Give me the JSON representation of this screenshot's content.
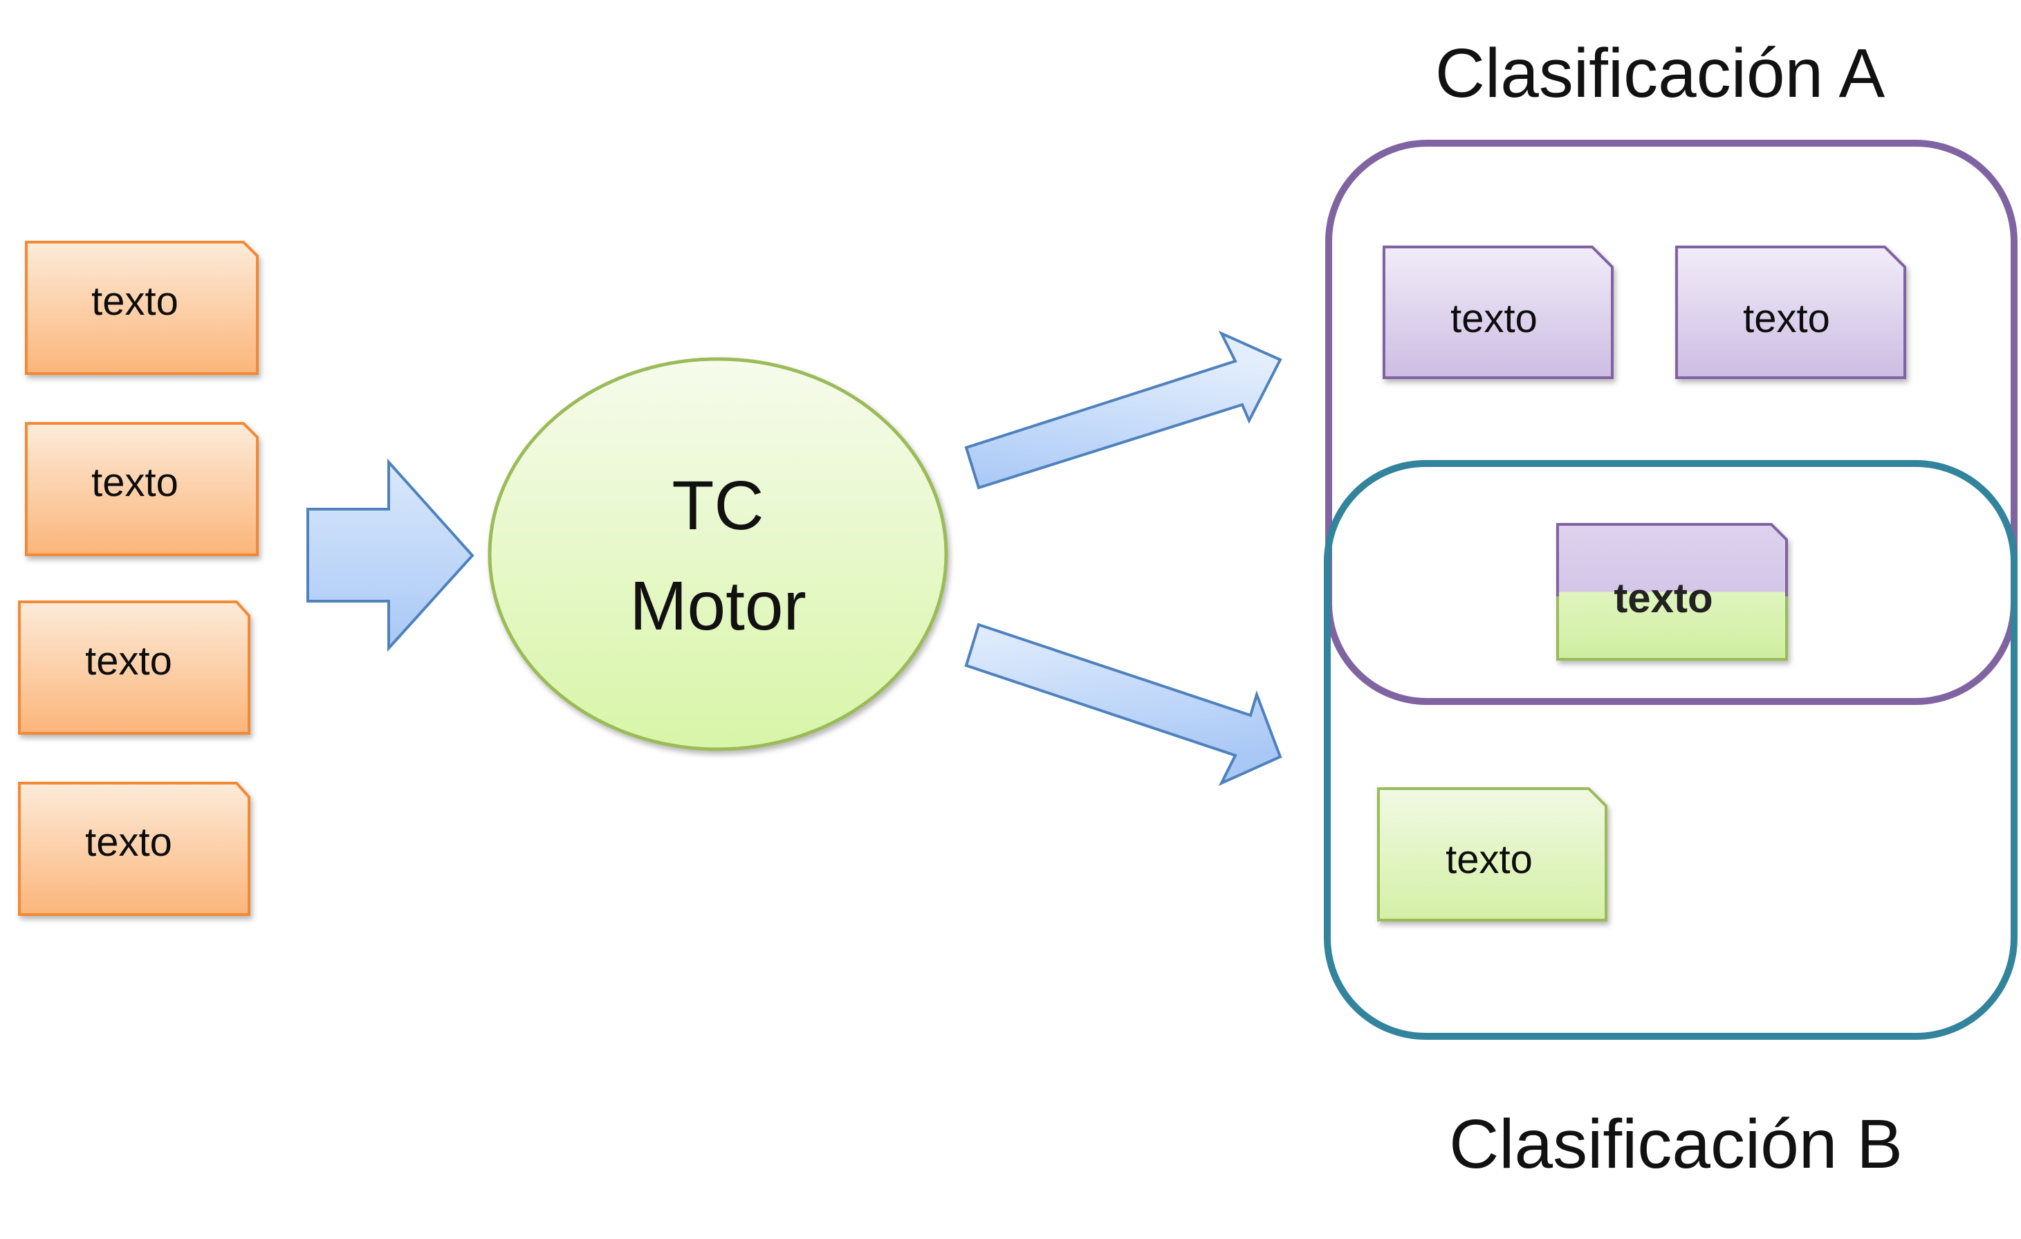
{
  "input_documents": [
    {
      "label": "texto"
    },
    {
      "label": "texto"
    },
    {
      "label": "texto"
    },
    {
      "label": "texto"
    }
  ],
  "engine": {
    "line1": "TC",
    "line2": "Motor"
  },
  "class_a": {
    "title": "Clasificación A",
    "documents": [
      {
        "label": "texto"
      },
      {
        "label": "texto"
      }
    ]
  },
  "shared_document": {
    "label": "texto"
  },
  "class_b": {
    "title": "Clasificación B",
    "documents": [
      {
        "label": "texto"
      }
    ]
  },
  "colors": {
    "orange_stroke": "#f28a35",
    "purple_stroke": "#8064a2",
    "green_stroke": "#9bbb59",
    "group_a_border": "#8064a2",
    "group_b_border": "#31849b",
    "arrow_stroke": "#4f81bd"
  }
}
